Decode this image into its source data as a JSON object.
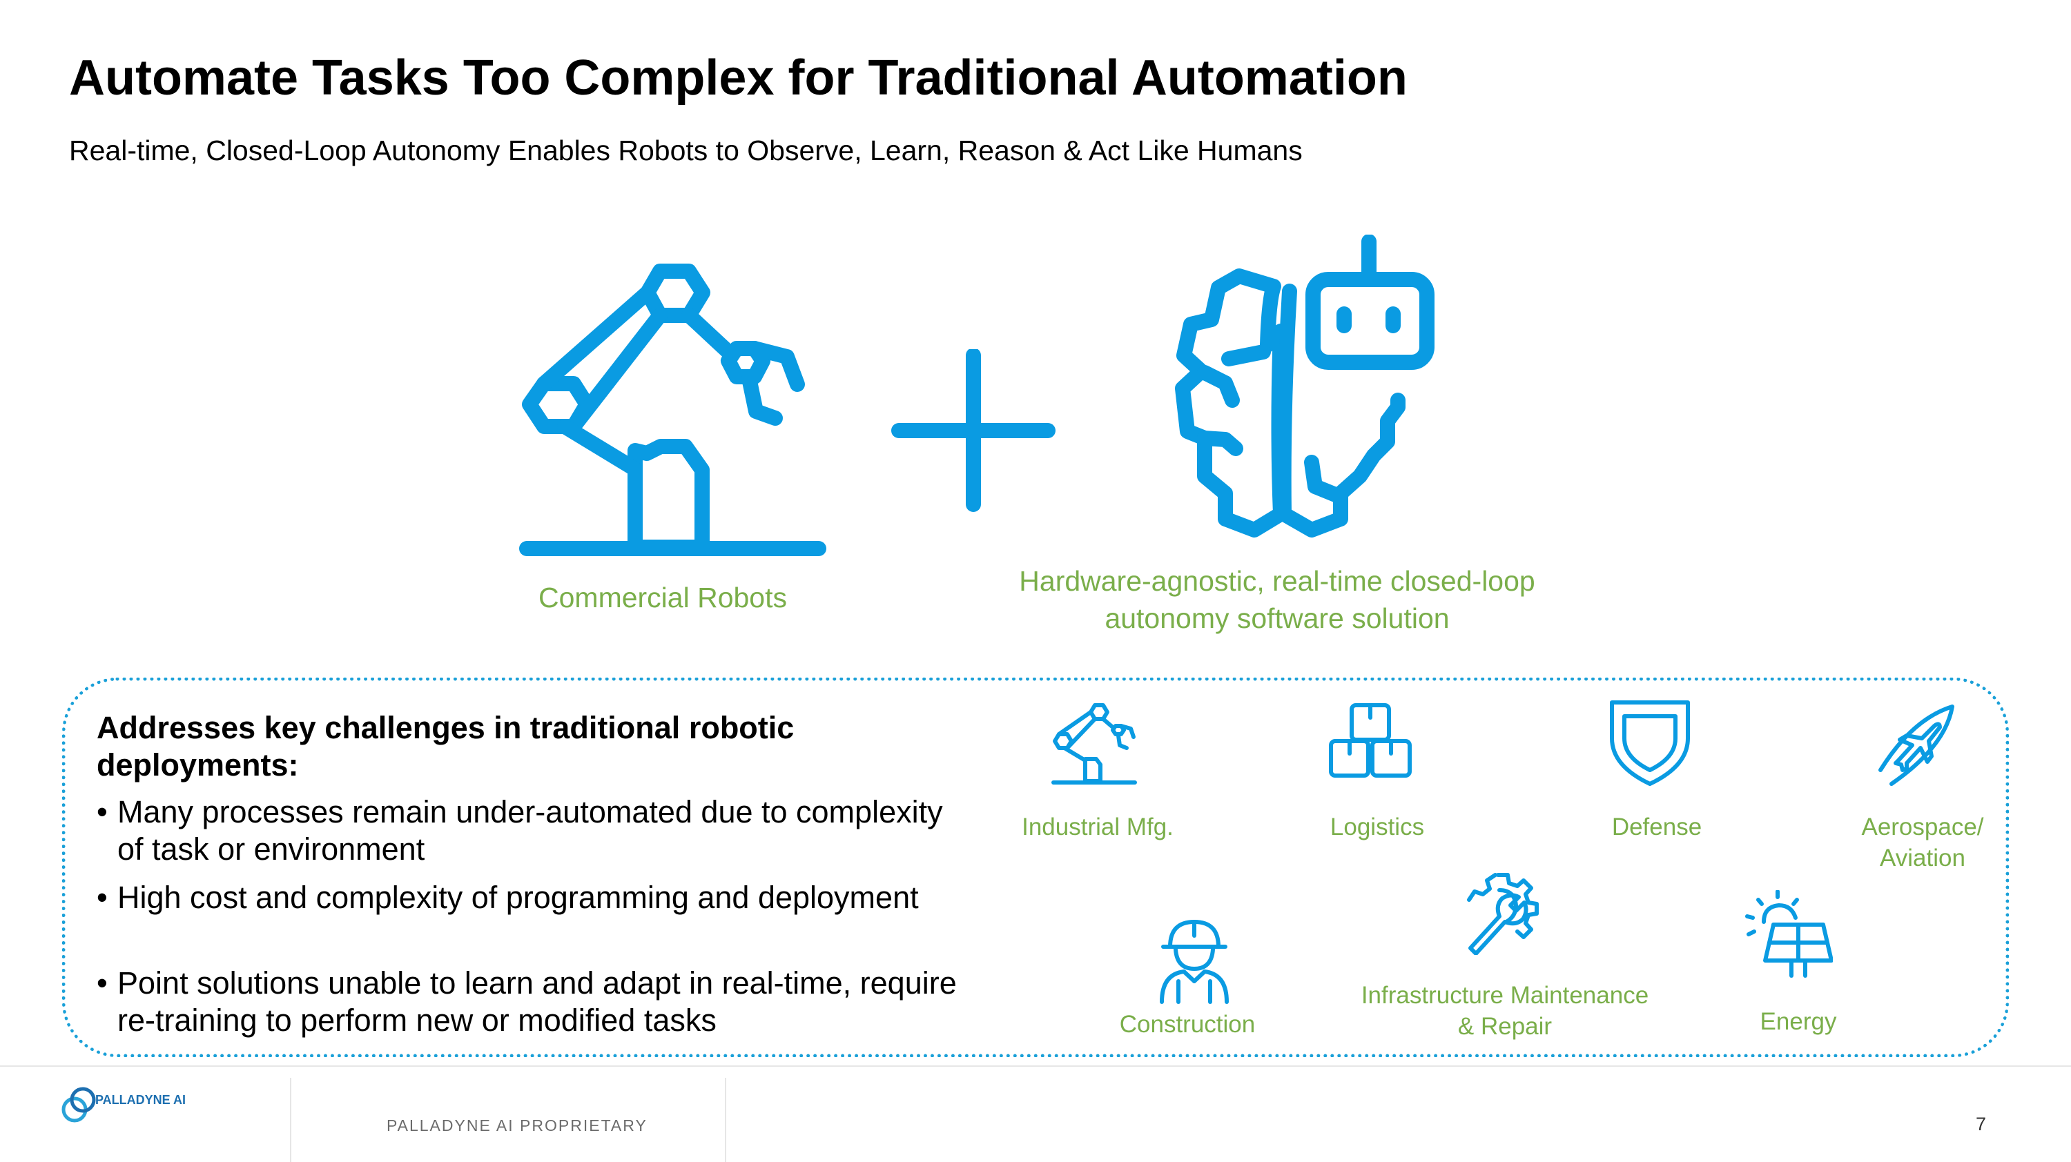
{
  "slide": {
    "title": "Automate Tasks Too Complex for Traditional Automation",
    "subtitle": "Real-time, Closed-Loop Autonomy Enables Robots to Observe, Learn, Reason & Act Like Humans"
  },
  "hero": {
    "robot_icon": "robot-arm-icon",
    "plus_icon": "plus-icon",
    "brain_icon": "brain-robot-icon",
    "robot_caption": "Commercial Robots",
    "brain_caption": "Hardware-agnostic, real-time closed-loop autonomy software solution"
  },
  "challenges": {
    "heading": "Addresses key challenges in traditional robotic deployments:",
    "bullets": [
      "Many processes remain under-automated due to complexity of task or environment",
      "High cost and complexity of programming and deployment",
      "Point solutions unable to learn and adapt in real-time, require re-training to perform new or modified tasks"
    ]
  },
  "industries": [
    {
      "label": "Industrial Mfg.",
      "icon": "robot-arm-icon"
    },
    {
      "label": "Logistics",
      "icon": "boxes-icon"
    },
    {
      "label": "Defense",
      "icon": "shield-icon"
    },
    {
      "label": "Aerospace/ Aviation",
      "icon": "airplane-icon"
    },
    {
      "label": "Construction",
      "icon": "construction-worker-icon"
    },
    {
      "label": "Infrastructure Maintenance & Repair",
      "icon": "gear-wrench-icon"
    },
    {
      "label": "Energy",
      "icon": "solar-panel-icon"
    }
  ],
  "footer": {
    "logo_text": "PALLADYNE AI",
    "proprietary": "PALLADYNE AI PROPRIETARY",
    "page_number": "7"
  },
  "colors": {
    "accent_blue": "#0a9be2",
    "caption_green": "#7aae4a",
    "footer_gray": "#6b6b6b"
  }
}
